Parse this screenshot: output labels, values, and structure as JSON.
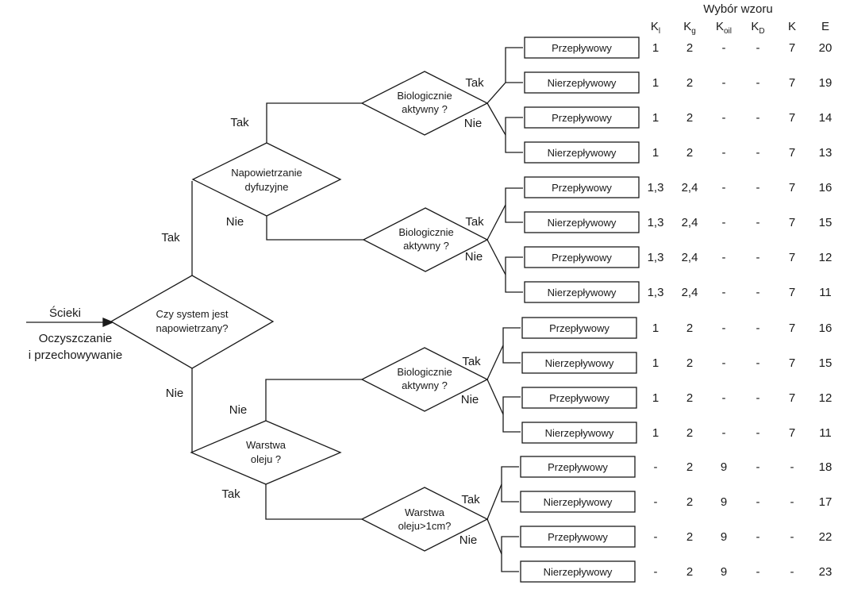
{
  "input": {
    "arrow_label": "Ścieki",
    "process_line1": "Oczyszczanie",
    "process_line2": "i przechowywanie"
  },
  "decisions": {
    "aerated": [
      "Czy system jest",
      "napowietrzany?"
    ],
    "diffused": [
      "Napowietrzanie",
      "dyfuzyjne"
    ],
    "bio_1": [
      "Biologicznie",
      "aktywny ?"
    ],
    "bio_2": [
      "Biologicznie",
      "aktywny ?"
    ],
    "bio_3": [
      "Biologicznie",
      "aktywny ?"
    ],
    "oil": [
      "Warstwa",
      "oleju ?"
    ],
    "oil_depth": [
      "Warstwa",
      "oleju>1cm?"
    ]
  },
  "branch_labels": {
    "yes": "Tak",
    "no": "Nie"
  },
  "table": {
    "title": "Wybór wzoru",
    "columns": [
      {
        "base": "K",
        "sub": "l"
      },
      {
        "base": "K",
        "sub": "g"
      },
      {
        "base": "K",
        "sub": "oil"
      },
      {
        "base": "K",
        "sub": "D"
      },
      {
        "base": "K",
        "sub": ""
      },
      {
        "base": "E",
        "sub": ""
      }
    ],
    "rows": [
      {
        "flow": "Przepływowy",
        "values": [
          "1",
          "2",
          "-",
          "-",
          "7",
          "20"
        ]
      },
      {
        "flow": "Nierzepływowy",
        "values": [
          "1",
          "2",
          "-",
          "-",
          "7",
          "19"
        ]
      },
      {
        "flow": "Przepływowy",
        "values": [
          "1",
          "2",
          "-",
          "-",
          "7",
          "14"
        ]
      },
      {
        "flow": "Nierzepływowy",
        "values": [
          "1",
          "2",
          "-",
          "-",
          "7",
          "13"
        ]
      },
      {
        "flow": "Przepływowy",
        "values": [
          "1,3",
          "2,4",
          "-",
          "-",
          "7",
          "16"
        ]
      },
      {
        "flow": "Nierzepływowy",
        "values": [
          "1,3",
          "2,4",
          "-",
          "-",
          "7",
          "15"
        ]
      },
      {
        "flow": "Przepływowy",
        "values": [
          "1,3",
          "2,4",
          "-",
          "-",
          "7",
          "12"
        ]
      },
      {
        "flow": "Nierzepływowy",
        "values": [
          "1,3",
          "2,4",
          "-",
          "-",
          "7",
          "11"
        ]
      },
      {
        "flow": "Przepływowy",
        "values": [
          "1",
          "2",
          "-",
          "-",
          "7",
          "16"
        ]
      },
      {
        "flow": "Nierzepływowy",
        "values": [
          "1",
          "2",
          "-",
          "-",
          "7",
          "15"
        ]
      },
      {
        "flow": "Przepływowy",
        "values": [
          "1",
          "2",
          "-",
          "-",
          "7",
          "12"
        ]
      },
      {
        "flow": "Nierzepływowy",
        "values": [
          "1",
          "2",
          "-",
          "-",
          "7",
          "11"
        ]
      },
      {
        "flow": "Przepływowy",
        "values": [
          "-",
          "2",
          "9",
          "-",
          "-",
          "18"
        ]
      },
      {
        "flow": "Nierzepływowy",
        "values": [
          "-",
          "2",
          "9",
          "-",
          "-",
          "17"
        ]
      },
      {
        "flow": "Przepływowy",
        "values": [
          "-",
          "2",
          "9",
          "-",
          "-",
          "22"
        ]
      },
      {
        "flow": "Nierzepływowy",
        "values": [
          "-",
          "2",
          "9",
          "-",
          "-",
          "23"
        ]
      }
    ]
  }
}
